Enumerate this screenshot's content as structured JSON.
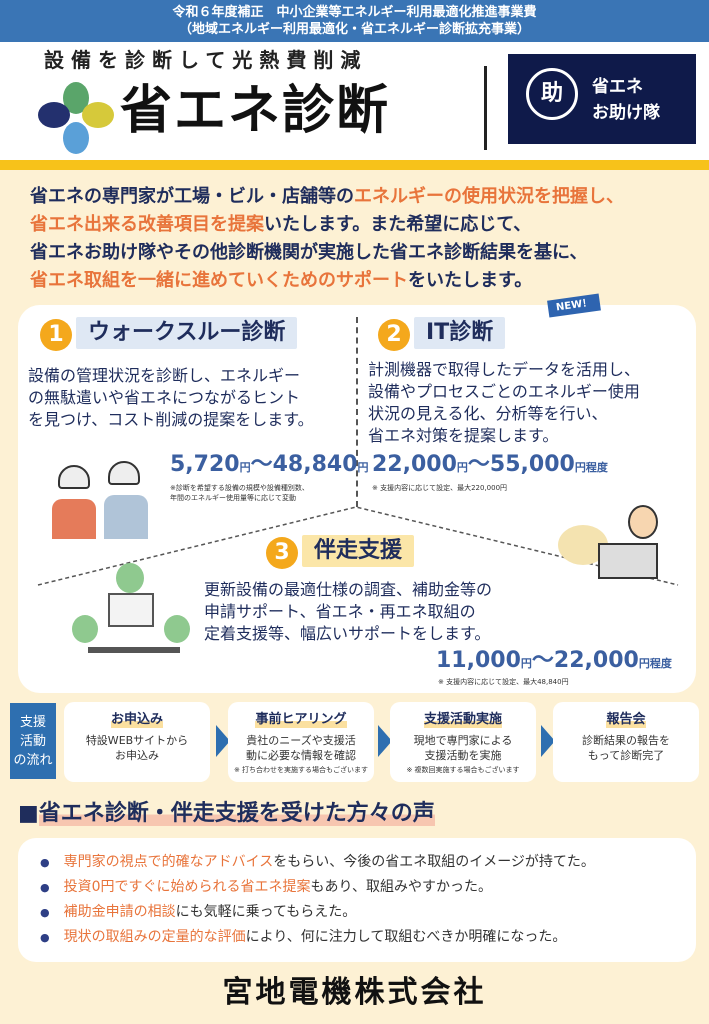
{
  "banner": {
    "line1": "令和６年度補正　中小企業等エネルギー利用最適化推進事業費",
    "line2": "（地域エネルギー利用最適化・省エネルギー診断拡充事業）"
  },
  "header": {
    "tagline": "設備を診断して光熱費削減",
    "title": "省エネ診断",
    "partner_logo_mark": "助",
    "partner_line1": "省エネ",
    "partner_line2": "お助け隊"
  },
  "intro": {
    "l1a": "省エネの専門家が工場・ビル・店舗等の",
    "l1b": "エネルギーの使用状況を把握し、",
    "l2a": "省エネ出来る改善項目を提案",
    "l2b": "いたします。また希望に応じて、",
    "l3": "省エネお助け隊やその他診断機関が実施した省エネ診断結果を基に、",
    "l4a": "省エネ取組を一緒に進めていくためのサポート",
    "l4b": "をいたします。"
  },
  "services": [
    {
      "num": "1",
      "title": "ウォークスルー診断",
      "body": [
        "設備の管理状況を診断し、エネルギー",
        "の無駄遣いや省エネにつながるヒント",
        "を見つけ、コスト削減の提案をします。"
      ],
      "price_a": "5,720",
      "price_b": "48,840",
      "yen": "円",
      "tilde": "〜",
      "suffix": "",
      "note": [
        "※診断を希望する設備の規模や設備種別数、",
        "年間のエネルギー使用量等に応じて変動"
      ]
    },
    {
      "num": "2",
      "title": "IT診断",
      "badge": "NEW！",
      "body": [
        "計測機器で取得したデータを活用し、",
        "設備やプロセスごとのエネルギー使用",
        "状況の見える化、分析等を行い、",
        "省エネ対策を提案します。"
      ],
      "price_a": "22,000",
      "price_b": "55,000",
      "yen": "円",
      "tilde": "〜",
      "suffix": "程度",
      "note": [
        "※ 支援内容に応じて設定、最大220,000円"
      ]
    },
    {
      "num": "3",
      "title": "伴走支援",
      "body": [
        "更新設備の最適仕様の調査、補助金等の",
        "申請サポート、省エネ・再エネ取組の",
        "定着支援等、幅広いサポートをします。"
      ],
      "price_a": "11,000",
      "price_b": "22,000",
      "yen": "円",
      "tilde": "〜",
      "suffix": "程度",
      "note": [
        "※ 支援内容に応じて設定、最大48,840円"
      ]
    }
  ],
  "flow": {
    "label": [
      "支援",
      "活動",
      "の流れ"
    ],
    "steps": [
      {
        "title": "お申込み",
        "desc": [
          "特設WEBサイトから",
          "お申込み"
        ],
        "note": ""
      },
      {
        "title": "事前ヒアリング",
        "desc": [
          "貴社のニーズや支援活",
          "動に必要な情報を確認"
        ],
        "note": "※ 打ち合わせを実施する場合もございます"
      },
      {
        "title": "支援活動実施",
        "desc": [
          "現地で専門家による",
          "支援活動を実施"
        ],
        "note": "※ 複数回実施する場合もございます"
      },
      {
        "title": "報告会",
        "desc": [
          "診断結果の報告を",
          "もって診断完了"
        ],
        "note": ""
      }
    ]
  },
  "voices": {
    "title_mark": "■",
    "title": "省エネ診断・伴走支援を受けた方々の声",
    "items": [
      {
        "hl": "専門家の視点で的確なアドバイス",
        "rest": "をもらい、今後の省エネ取組のイメージが持てた。"
      },
      {
        "hl": "投資0円ですぐに始められる省エネ提案",
        "rest": "もあり、取組みやすかった。"
      },
      {
        "hl": "補助金申請の相談",
        "rest": "にも気軽に乗ってもらえた。"
      },
      {
        "hl": "現状の取組みの定量的な評価",
        "rest": "により、何に注力して取組むべきか明確になった。"
      }
    ]
  },
  "company": "宮地電機株式会社",
  "colors": {
    "banner": "#3a75b5",
    "accent": "#e8743b",
    "navy": "#1f2d5c",
    "yellow": "#f7c21a"
  }
}
